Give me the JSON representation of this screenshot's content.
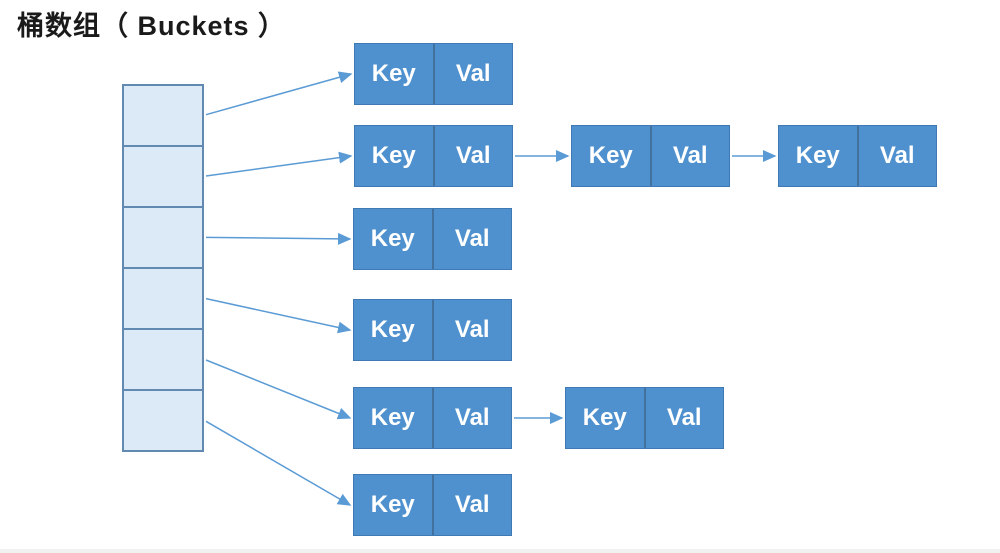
{
  "title": "桶数组（ Buckets ）",
  "bucket_array": {
    "cell_count": 6
  },
  "chains": [
    {
      "bucket": 0,
      "nodes": [
        {
          "key": "Key",
          "val": "Val"
        }
      ]
    },
    {
      "bucket": 1,
      "nodes": [
        {
          "key": "Key",
          "val": "Val"
        },
        {
          "key": "Key",
          "val": "Val"
        },
        {
          "key": "Key",
          "val": "Val"
        }
      ]
    },
    {
      "bucket": 2,
      "nodes": [
        {
          "key": "Key",
          "val": "Val"
        }
      ]
    },
    {
      "bucket": 3,
      "nodes": [
        {
          "key": "Key",
          "val": "Val"
        }
      ]
    },
    {
      "bucket": 4,
      "nodes": [
        {
          "key": "Key",
          "val": "Val"
        },
        {
          "key": "Key",
          "val": "Val"
        }
      ]
    },
    {
      "bucket": 5,
      "nodes": [
        {
          "key": "Key",
          "val": "Val"
        }
      ]
    }
  ],
  "colors": {
    "node_fill": "#4f91ce",
    "node_border": "#3e79b4",
    "node_divider": "#41719c",
    "node_text": "#ffffff",
    "bucket_fill": "#dce9f6",
    "bucket_border": "#6189b1",
    "arrow": "#5b9bd5",
    "title_text": "#1a1a1a",
    "background": "#ffffff"
  }
}
